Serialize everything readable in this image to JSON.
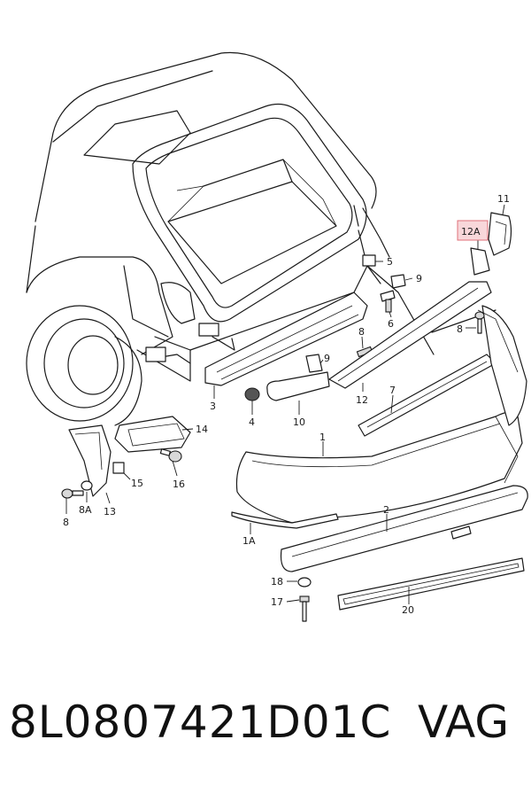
{
  "diagram": {
    "callouts": {
      "p1": "1",
      "p1A": "1A",
      "p2": "2",
      "p3": "3",
      "p4": "4",
      "p5": "5",
      "p6": "6",
      "p7": "7",
      "p8a": "8",
      "p8b": "8",
      "p8c": "8",
      "p8A": "8A",
      "p9a": "9",
      "p9b": "9",
      "p10": "10",
      "p11": "11",
      "p12": "12",
      "p12A": "12A",
      "p13": "13",
      "p14": "14",
      "p15": "15",
      "p16": "16",
      "p17": "17",
      "p18": "18",
      "p20": "20"
    },
    "highlight_color": "#f8d7da"
  },
  "footer": {
    "part_number": "8L0807421D01C",
    "brand": "VAG"
  }
}
